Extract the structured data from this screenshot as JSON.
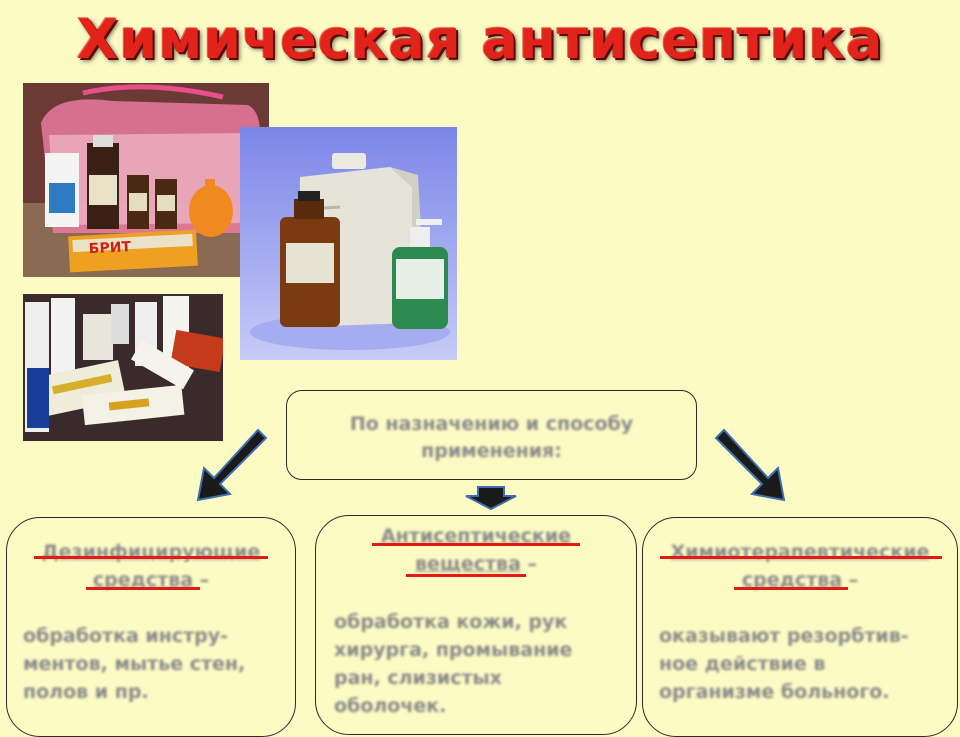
{
  "title": "Химическая антисептика",
  "header_box": {
    "text": "По назначению и способу применения:"
  },
  "categories": [
    {
      "name_line1": "Дезинфицирующие",
      "name_line2": "средства",
      "dash": "–",
      "desc_lines": [
        "обработка инстру-",
        "ментов, мытье стен,",
        "полов и пр."
      ]
    },
    {
      "name_line1": "Антисептические",
      "name_line2": "вещества",
      "dash": "–",
      "desc_lines": [
        "обработка кожи, рук",
        "хирурга, промывание",
        "ран, слизистых",
        "оболочек."
      ]
    },
    {
      "name_line1": "Химиотерапевтические",
      "name_line2": "средства",
      "dash": "–",
      "desc_lines": [
        "оказывают резорбтив-",
        "ное действие в",
        "организме больного."
      ]
    }
  ],
  "photo_labels": {
    "box_brand": "БРИТ"
  },
  "colors": {
    "title": "#e2231a",
    "background": "#fdfbc4",
    "underline": "#e21b14",
    "text": "#8a8a8a"
  }
}
